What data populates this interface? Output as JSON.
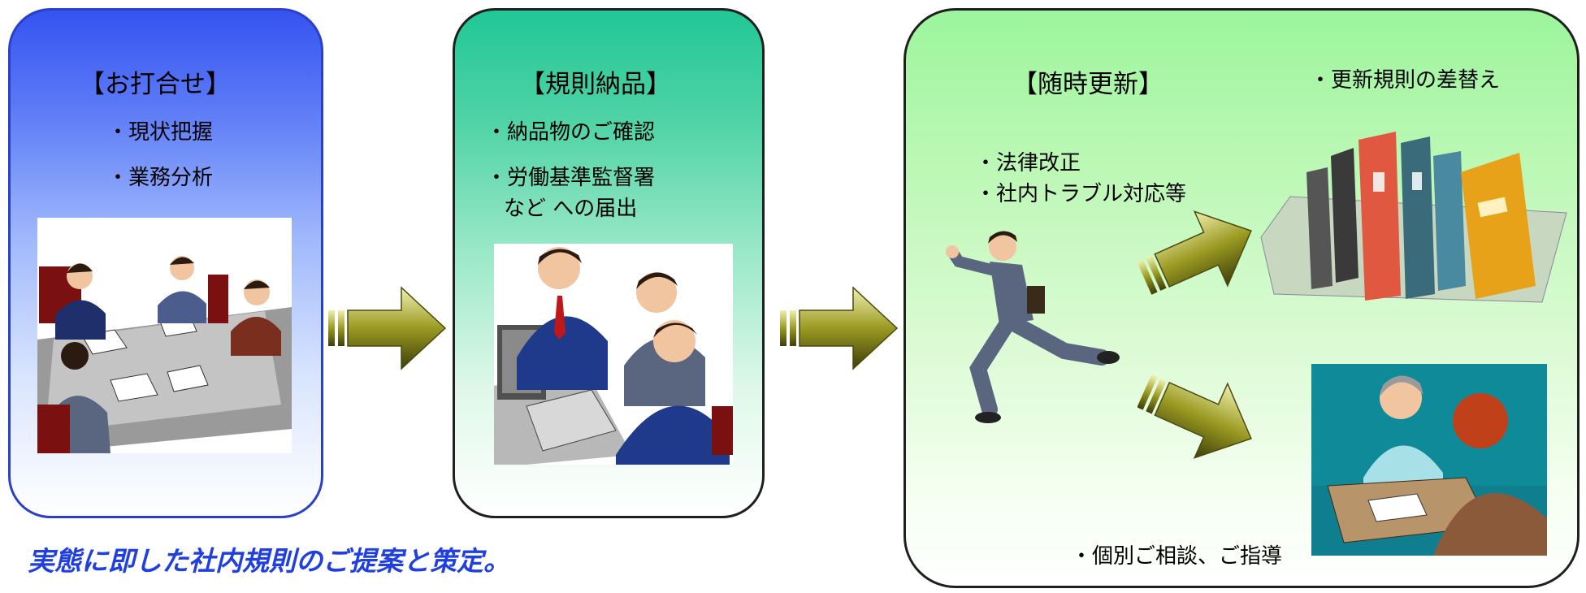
{
  "steps": [
    {
      "title": "【お打合せ】",
      "items": [
        "・現状把握",
        "・業務分析"
      ]
    },
    {
      "title": "【規則納品】",
      "items": [
        "・納品物のご確認",
        "・労働基準監督署",
        "など への届出"
      ]
    },
    {
      "title": "【随時更新】",
      "items": [
        "・法律改正",
        "・社内トラブル対応等",
        "・更新規則の差替え",
        "・個別ご相談、ご指導"
      ]
    }
  ],
  "tagline": "実態に即した社内規則のご提案と策定。",
  "icons": [
    "meeting-illustration",
    "computer-review-illustration",
    "running-man-illustration",
    "binders-illustration",
    "consultation-illustration",
    "arrow-icon"
  ],
  "colors": {
    "box1": "#3553f0",
    "box2": "#21c796",
    "box3": "#9cf59c",
    "tagline": "#1f3fe0",
    "arrow": "#8a8a1c"
  }
}
